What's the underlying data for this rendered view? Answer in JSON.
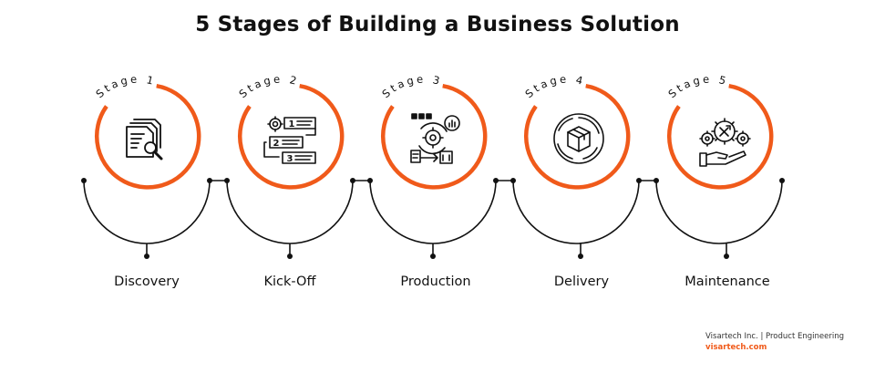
{
  "page": {
    "title": "5 Stages of Building a Business Solution"
  },
  "colors": {
    "accent": "#f05a1a",
    "line": "#111111",
    "text": "#111111"
  },
  "stages": [
    {
      "label": "Stage 1",
      "name": "Discovery",
      "icon": "document-search-icon"
    },
    {
      "label": "Stage 2",
      "name": "Kick-Off",
      "icon": "numbered-workflow-icon"
    },
    {
      "label": "Stage 3",
      "name": "Production",
      "icon": "production-process-icon"
    },
    {
      "label": "Stage 4",
      "name": "Delivery",
      "icon": "package-cycle-icon"
    },
    {
      "label": "Stage 5",
      "name": "Maintenance",
      "icon": "gears-hand-icon"
    }
  ],
  "footer": {
    "company": "Visartech Inc. | Product Engineering",
    "url": "visartech.com"
  }
}
